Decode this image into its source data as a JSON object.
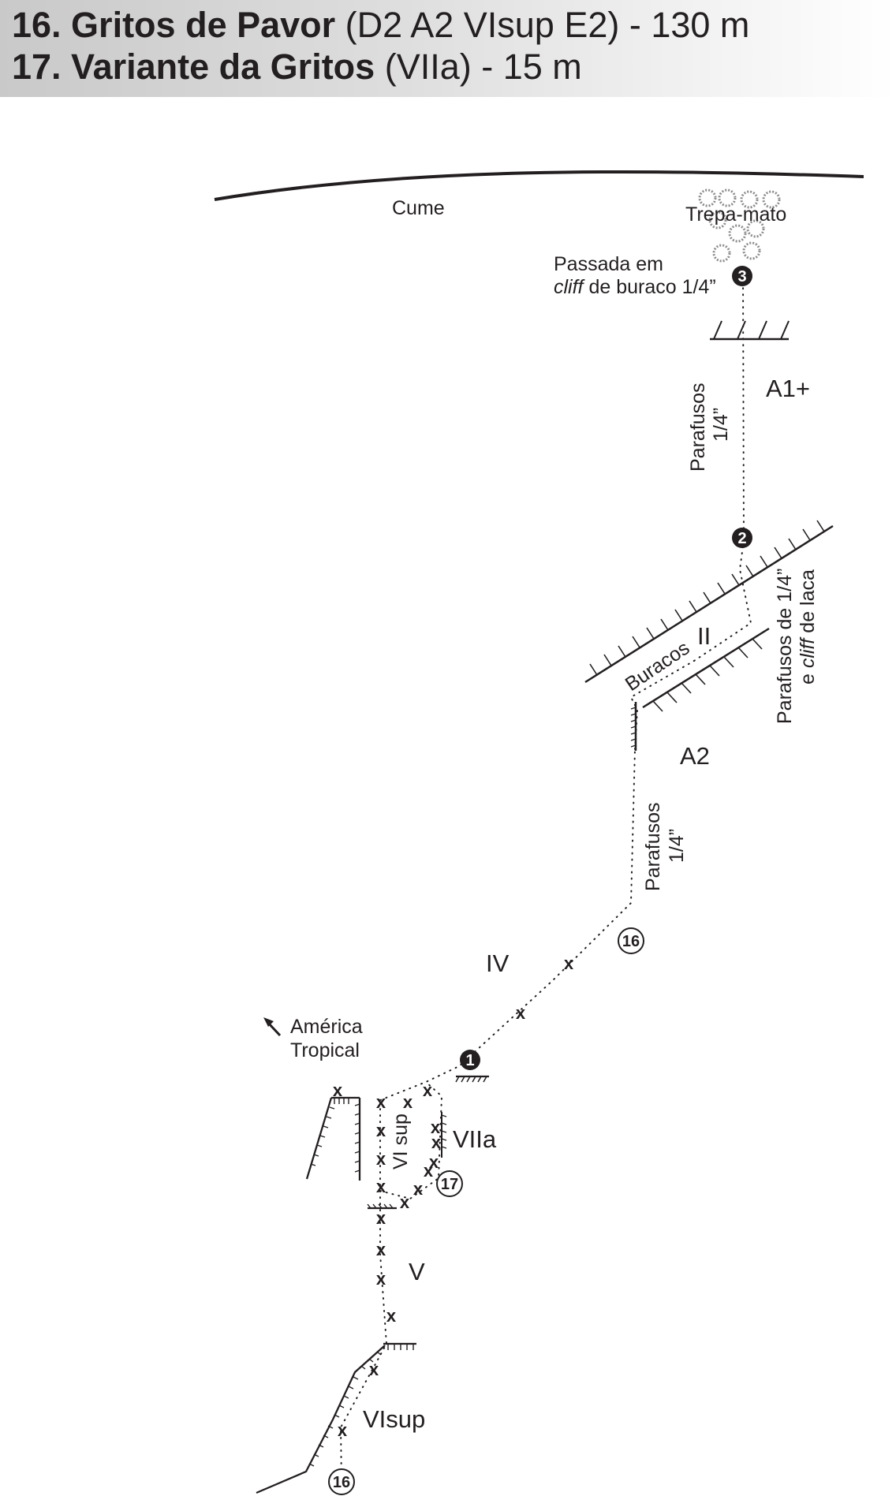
{
  "header": {
    "route16": {
      "name": "16. Gritos de Pavor",
      "grade": " (D2 A2 VIsup E2) - 130 m"
    },
    "route17": {
      "name": "17. Variante da Gritos",
      "grade": " (VIIa) - 15 m"
    }
  },
  "labels": {
    "cume": "Cume",
    "trepa_mato": "Trepa-mato",
    "passada_line1": "Passada em",
    "passada_cliff": "cliff",
    "passada_rest": " de buraco 1/4”",
    "parafusos_top_1": "Parafusos",
    "parafusos_top_2": "1/4”",
    "parafusos_right_1": "Parafusos de 1/4”",
    "parafusos_right_2a": "e ",
    "parafusos_right_cliff": "cliff",
    "parafusos_right_2b": " de laca",
    "buracos": "Buracos",
    "parafusos_mid_1": "Parafusos",
    "parafusos_mid_2": "1/4”",
    "america_1": "América",
    "america_2": "Tropical",
    "vi_sup": "VI sup"
  },
  "grades": {
    "a1plus": "A1+",
    "ii": "II",
    "a2": "A2",
    "iv": "IV",
    "viia": "VIIa",
    "v": "V",
    "visup": "VIsup"
  },
  "markers": {
    "belay1": "1",
    "belay2": "2",
    "belay3": "3",
    "route16_top": "16",
    "route17": "17",
    "route16_bottom": "16"
  },
  "bolt_symbol": "x",
  "colors": {
    "ink": "#231f20",
    "header_dark": "#c9c9c9"
  }
}
